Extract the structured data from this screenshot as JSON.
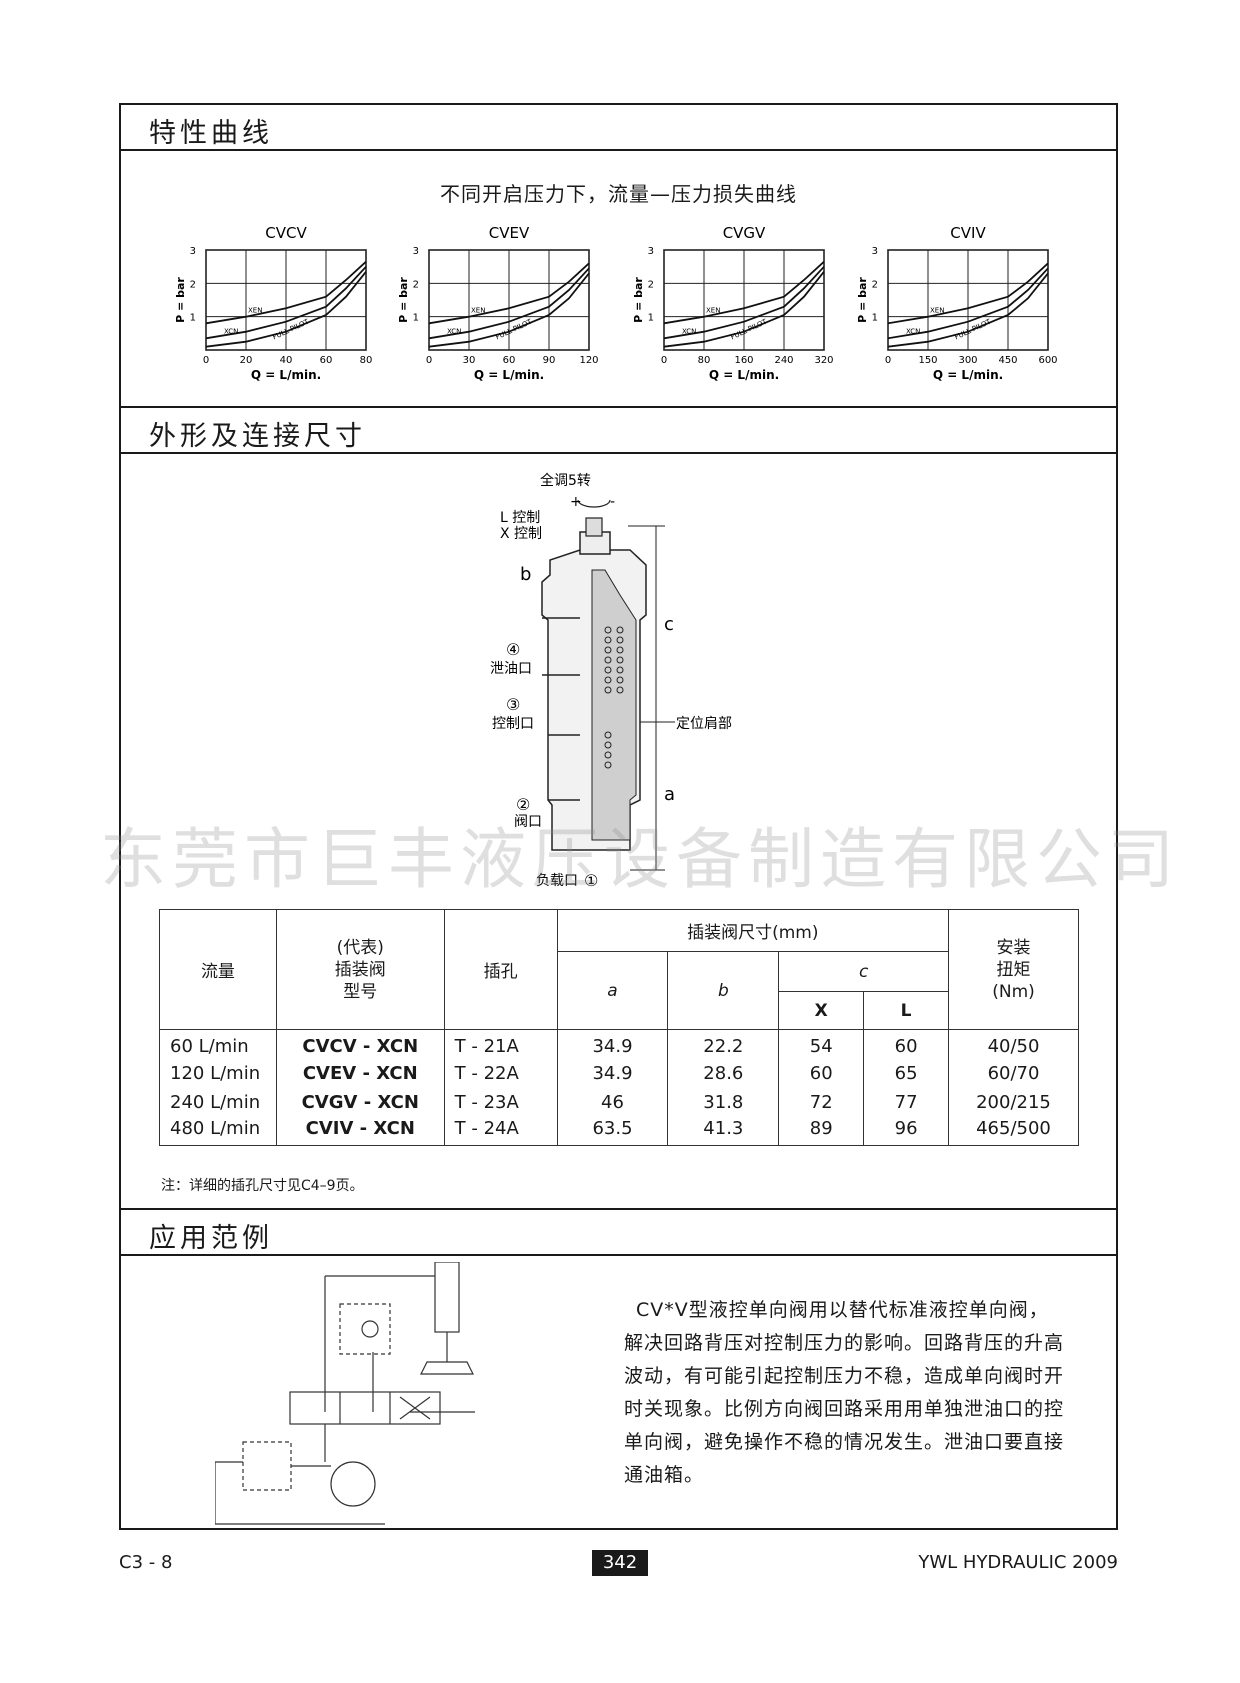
{
  "sections": {
    "curves_title": "特性曲线",
    "dims_title": "外形及连接尺寸",
    "app_title": "应用范例"
  },
  "curves": {
    "heading": "不同开启压力下，流量—压力损失曲线",
    "x_label": "Q = L/min.",
    "y_label": "P = bar"
  },
  "chart_data": [
    {
      "type": "line",
      "title": "CVCV",
      "xlabel": "Q = L/min.",
      "ylabel": "P = bar",
      "xlim": [
        0,
        80
      ],
      "ylim": [
        0,
        3
      ],
      "x_ticks": [
        "0",
        "20",
        "40",
        "60",
        "80"
      ],
      "y_ticks": [
        "1",
        "2",
        "3"
      ],
      "series": [
        {
          "name": "XEN",
          "x": [
            0,
            20,
            40,
            60,
            70,
            80
          ],
          "y": [
            0.8,
            1.0,
            1.25,
            1.6,
            2.1,
            2.65
          ]
        },
        {
          "name": "XCN",
          "x": [
            0,
            20,
            40,
            60,
            70,
            80
          ],
          "y": [
            0.35,
            0.55,
            0.85,
            1.3,
            1.85,
            2.5
          ]
        },
        {
          "name": "FULL PILOT",
          "x": [
            0,
            20,
            40,
            60,
            70,
            80
          ],
          "y": [
            0.1,
            0.25,
            0.55,
            1.05,
            1.6,
            2.35
          ]
        }
      ]
    },
    {
      "type": "line",
      "title": "CVEV",
      "xlabel": "Q = L/min.",
      "ylabel": "P = bar",
      "xlim": [
        0,
        120
      ],
      "ylim": [
        0,
        3
      ],
      "x_ticks": [
        "0",
        "30",
        "60",
        "90",
        "120"
      ],
      "y_ticks": [
        "1",
        "2",
        "3"
      ],
      "series": [
        {
          "name": "XEN",
          "x": [
            0,
            30,
            60,
            90,
            105,
            120
          ],
          "y": [
            0.8,
            1.0,
            1.25,
            1.6,
            2.05,
            2.6
          ]
        },
        {
          "name": "XCN",
          "x": [
            0,
            30,
            60,
            90,
            105,
            120
          ],
          "y": [
            0.35,
            0.55,
            0.85,
            1.3,
            1.8,
            2.45
          ]
        },
        {
          "name": "FULL PILOT",
          "x": [
            0,
            30,
            60,
            90,
            105,
            120
          ],
          "y": [
            0.1,
            0.25,
            0.55,
            1.05,
            1.55,
            2.3
          ]
        }
      ]
    },
    {
      "type": "line",
      "title": "CVGV",
      "xlabel": "Q = L/min.",
      "ylabel": "P = bar",
      "xlim": [
        0,
        320
      ],
      "ylim": [
        0,
        3
      ],
      "x_ticks": [
        "0",
        "80",
        "160",
        "240",
        "320"
      ],
      "y_ticks": [
        "1",
        "2",
        "3"
      ],
      "series": [
        {
          "name": "XEN",
          "x": [
            0,
            80,
            160,
            240,
            280,
            320
          ],
          "y": [
            0.8,
            1.0,
            1.25,
            1.6,
            2.1,
            2.65
          ]
        },
        {
          "name": "XCN",
          "x": [
            0,
            80,
            160,
            240,
            280,
            320
          ],
          "y": [
            0.35,
            0.55,
            0.85,
            1.3,
            1.85,
            2.5
          ]
        },
        {
          "name": "FULL PILOT",
          "x": [
            0,
            80,
            160,
            240,
            280,
            320
          ],
          "y": [
            0.1,
            0.25,
            0.55,
            1.05,
            1.6,
            2.35
          ]
        }
      ]
    },
    {
      "type": "line",
      "title": "CVIV",
      "xlabel": "Q = L/min.",
      "ylabel": "P = bar",
      "xlim": [
        0,
        600
      ],
      "ylim": [
        0,
        3
      ],
      "x_ticks": [
        "0",
        "150",
        "300",
        "450",
        "600"
      ],
      "y_ticks": [
        "1",
        "2",
        "3"
      ],
      "series": [
        {
          "name": "XEN",
          "x": [
            0,
            150,
            300,
            450,
            525,
            600
          ],
          "y": [
            0.8,
            1.0,
            1.25,
            1.6,
            2.05,
            2.6
          ]
        },
        {
          "name": "XCN",
          "x": [
            0,
            150,
            300,
            450,
            525,
            600
          ],
          "y": [
            0.35,
            0.55,
            0.85,
            1.3,
            1.8,
            2.45
          ]
        },
        {
          "name": "FULL PILOT",
          "x": [
            0,
            150,
            300,
            450,
            525,
            600
          ],
          "y": [
            0.1,
            0.25,
            0.55,
            1.05,
            1.55,
            2.3
          ]
        }
      ]
    }
  ],
  "drawing": {
    "adjust": "全调5转",
    "plus": "+",
    "minus": "-",
    "l_ctrl": "L 控制",
    "x_ctrl": "X 控制",
    "b": "b",
    "c": "c",
    "a": "a",
    "port4_num": "④",
    "port4": "泄油口",
    "port3_num": "③",
    "port3": "控制口",
    "port2_num": "②",
    "port2": "阀口",
    "port1": "负载口",
    "port1_num": "①",
    "shoulder": "定位肩部"
  },
  "watermark": "东莞市巨丰液压设备制造有限公司",
  "table": {
    "h_flow": "流量",
    "h_model_1": "(代表)",
    "h_model_2": "插装阀",
    "h_model_3": "型号",
    "h_cavity": "插孔",
    "h_dims": "插装阀尺寸(mm)",
    "h_a": "a",
    "h_b": "b",
    "h_c": "c",
    "h_x": "X",
    "h_l": "L",
    "h_torque_1": "安装",
    "h_torque_2": "扭矩",
    "h_torque_3": "(Nm)",
    "rows": [
      {
        "flow": "60 L/min",
        "model": "CVCV - XCN",
        "cavity": "T - 21A",
        "a": "34.9",
        "b": "22.2",
        "x": "54",
        "l": "60",
        "torque": "40/50"
      },
      {
        "flow": "120 L/min",
        "model": "CVEV - XCN",
        "cavity": "T - 22A",
        "a": "34.9",
        "b": "28.6",
        "x": "60",
        "l": "65",
        "torque": "60/70"
      },
      {
        "flow": "240 L/min",
        "model": "CVGV - XCN",
        "cavity": "T - 23A",
        "a": "46",
        "b": "31.8",
        "x": "72",
        "l": "77",
        "torque": "200/215"
      },
      {
        "flow": "480 L/min",
        "model": "CVIV - XCN",
        "cavity": "T - 24A",
        "a": "63.5",
        "b": "41.3",
        "x": "89",
        "l": "96",
        "torque": "465/500"
      }
    ]
  },
  "note": "注：详细的插孔尺寸见C4–9页。",
  "app_text": "CV*V型液控单向阀用以替代标准液控单向阀，解决回路背压对控制压力的影响。回路背压的升高波动，有可能引起控制压力不稳，造成单向阀时开时关现象。比例方向阀回路采用用单独泄油口的控单向阀，避免操作不稳的情况发生。泄油口要直接通油箱。",
  "footer": {
    "left": "C3 - 8",
    "page": "342",
    "right": "YWL HYDRAULIC 2009"
  }
}
